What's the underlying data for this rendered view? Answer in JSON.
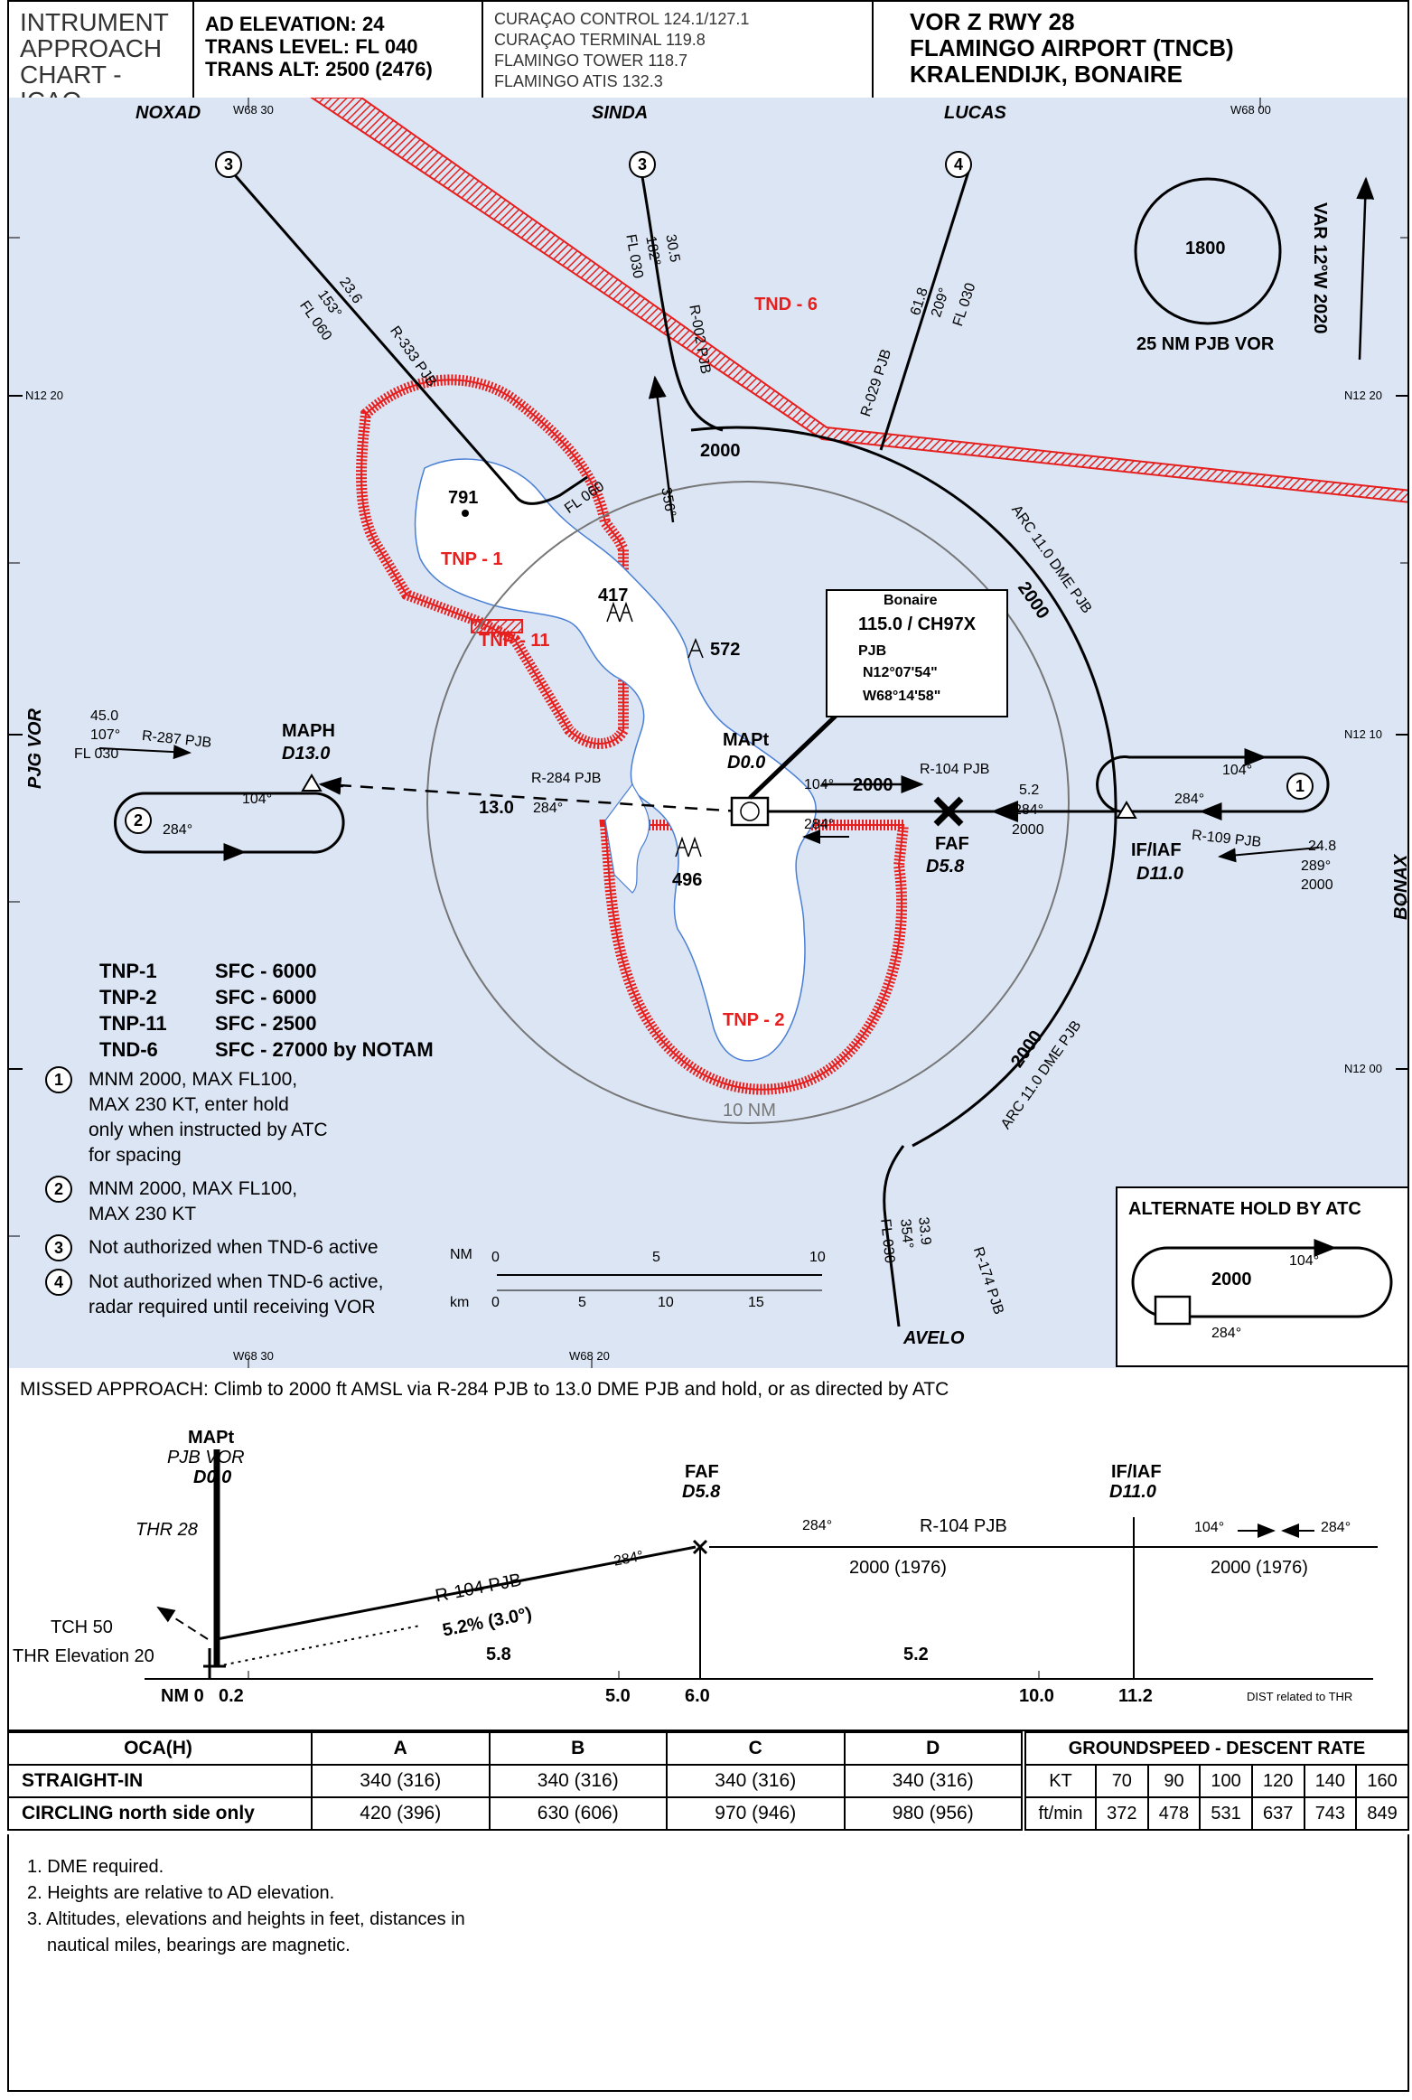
{
  "header": {
    "chart_type": [
      "INTRUMENT",
      "APPROACH",
      "CHART - ICAO"
    ],
    "ad_elevation": "AD ELEVATION: 24",
    "trans_level": "TRANS LEVEL: FL 040",
    "trans_alt": "TRANS ALT: 2500 (2476)",
    "freqs": [
      "CURAÇAO CONTROL 124.1/127.1",
      "CURAÇAO TERMINAL 119.8",
      "FLAMINGO TOWER 118.7",
      "FLAMINGO ATIS 132.3"
    ],
    "procedure": "VOR Z RWY 28",
    "airport": "FLAMINGO AIRPORT (TNCB)",
    "city": "KRALENDIJK, BONAIRE"
  },
  "colors": {
    "map_bg": "#dbe5f4",
    "restricted": "#e6201e",
    "island": "#ffffff",
    "coast": "#4a7fd4"
  },
  "map": {
    "grid": {
      "w68_30": "W68 30",
      "w68_00": "W68 00",
      "w68_20": "W68 20",
      "n12_20": "N12 20",
      "n12_10": "N12 10",
      "n12_00": "N12 00"
    },
    "fixes": {
      "noxad": "NOXAD",
      "sinda": "SINDA",
      "lucas": "LUCAS",
      "avelo": "AVELO",
      "bonax": "BONAX",
      "pjg_vor": "PJG VOR"
    },
    "msa": {
      "alt": "1800",
      "label": "25 NM PJB VOR",
      "var": "VAR 12°W 2020"
    },
    "areas": {
      "tnd6": "TND - 6",
      "tnp1": "TNP - 1",
      "tnp11": "TNP - 11",
      "tnp2": "TNP - 2"
    },
    "elevations": {
      "e791": "791",
      "e417": "417",
      "e572": "572",
      "e496": "496"
    },
    "noxad_leg": {
      "dist": "23.6",
      "crs": "153°",
      "fl": "FL 060",
      "radial": "R-333 PJB"
    },
    "sinda_leg": {
      "dist": "30.5",
      "crs": "182°",
      "fl": "FL 030",
      "radial": "R-002 PJB"
    },
    "lucas_leg": {
      "dist": "61.8",
      "crs": "209°",
      "fl": "FL 030",
      "radial": "R-029 PJB"
    },
    "avelo_leg": {
      "dist": "33.9",
      "crs": "354°",
      "fl": "FL 030",
      "radial": "R-174 PJB"
    },
    "pjg_leg": {
      "dist": "45.0",
      "crs": "107°",
      "fl": "FL 030",
      "radial": "R-287 PJB"
    },
    "bonax_leg": {
      "radial": "R-109 PJB",
      "dist": "24.8",
      "crs": "289°",
      "alt": "2000"
    },
    "arc_alt": "2000",
    "arc_north": "ARC 11.0 DME PJB",
    "arc_south": "ARC 11.0 DME PJB",
    "arc_alt_n": "2000",
    "arc_alt_s": "2000",
    "fl060": "FL 060",
    "crs356": "356°",
    "ring": "10 NM",
    "vor_box": {
      "name": "Bonaire",
      "freq": "115.0 / CH97X",
      "ident": "PJB",
      "lat": "N12°07'54\"",
      "lon": "W68°14'58\""
    },
    "mapt": {
      "name": "MAPt",
      "dme": "D0.0"
    },
    "maph": {
      "name": "MAPH",
      "dme": "D13.0",
      "radial": "R-284 PJB",
      "dist": "13.0",
      "crs": "284°"
    },
    "hold_left": {
      "in": "104°",
      "out": "284°",
      "num": "2"
    },
    "hold_right": {
      "in": "104°",
      "out": "284°",
      "num": "1"
    },
    "faf": {
      "name": "FAF",
      "dme": "D5.8",
      "radial": "R-104 PJB",
      "crs_out": "104°",
      "alt": "2000",
      "crs_in": "284°"
    },
    "if_leg": {
      "dist": "5.2",
      "crs": "284°",
      "alt": "2000"
    },
    "iaf": {
      "name": "IF/IAF",
      "dme": "D11.0"
    },
    "restrictions": [
      {
        "area": "TNP-1",
        "limit": "SFC - 6000"
      },
      {
        "area": "TNP-2",
        "limit": "SFC - 6000"
      },
      {
        "area": "TNP-11",
        "limit": "SFC - 2500"
      },
      {
        "area": "TND-6",
        "limit": "SFC - 27000 by NOTAM"
      }
    ],
    "notes": [
      {
        "num": "1",
        "text": [
          "MNM 2000, MAX FL100,",
          "MAX 230 KT, enter hold",
          "only when instructed by ATC",
          "for spacing"
        ]
      },
      {
        "num": "2",
        "text": [
          "MNM 2000, MAX FL100,",
          "MAX 230 KT"
        ]
      },
      {
        "num": "3",
        "text": [
          "Not authorized when TND-6 active"
        ]
      },
      {
        "num": "4",
        "text": [
          "Not authorized when TND-6 active,",
          "radar required until receiving VOR"
        ]
      }
    ],
    "scale": {
      "nm": "NM",
      "km": "km",
      "nm_ticks": [
        "0",
        "5",
        "10"
      ],
      "km_ticks": [
        "0",
        "5",
        "10",
        "15"
      ]
    },
    "alt_hold": {
      "title": "ALTERNATE HOLD BY ATC",
      "alt": "2000",
      "in": "104°",
      "out": "284°"
    }
  },
  "profile": {
    "missed": "MISSED APPROACH: Climb to 2000 ft AMSL via R-284 PJB to 13.0 DME PJB and hold, or as directed by ATC",
    "mapt": "MAPt",
    "mapt_vor": "PJB VOR",
    "mapt_dme": "D0.0",
    "faf": "FAF",
    "faf_dme": "D5.8",
    "iaf": "IF/IAF",
    "iaf_dme": "D11.0",
    "thr": "THR 28",
    "tch": "TCH 50",
    "thr_elev": "THR Elevation 20",
    "radial_in": "R-104 PJB",
    "grad": "5.2% (3.0°)",
    "crs_284": "284°",
    "seg1": "5.8",
    "seg2": "5.2",
    "mid_crs": "284°",
    "mid_radial": "R-104 PJB",
    "mid_alt": "2000 (1976)",
    "right_crs_in": "104°",
    "right_crs_out": "284°",
    "right_alt": "2000 (1976)",
    "nm": "NM 0",
    "d02": "0.2",
    "d50": "5.0",
    "d60": "6.0",
    "d100": "10.0",
    "d112": "11.2",
    "dist_note": "DIST related to THR"
  },
  "oca": {
    "header": [
      "OCA(H)",
      "A",
      "B",
      "C",
      "D"
    ],
    "rows": [
      [
        "STRAIGHT-IN",
        "340 (316)",
        "340 (316)",
        "340 (316)",
        "340 (316)"
      ],
      [
        "CIRCLING north side only",
        "420 (396)",
        "630 (606)",
        "970 (946)",
        "980 (956)"
      ]
    ]
  },
  "gs": {
    "title": "GROUNDSPEED - DESCENT RATE",
    "kt_label": "KT",
    "kt": [
      "70",
      "90",
      "100",
      "120",
      "140",
      "160"
    ],
    "fpm_label": "ft/min",
    "fpm": [
      "372",
      "478",
      "531",
      "637",
      "743",
      "849"
    ]
  },
  "footnotes": [
    "1. DME required.",
    "2. Heights are relative to AD elevation.",
    "3. Altitudes, elevations and heights in feet, distances in",
    "nautical miles, bearings are magnetic."
  ]
}
